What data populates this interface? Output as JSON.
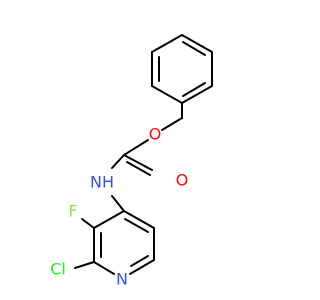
{
  "molecule": {
    "atoms": [
      {
        "id": "O_ester",
        "label": "O",
        "color": "#ff0d0d"
      },
      {
        "id": "O_carbonyl",
        "label": "O",
        "color": "#ff0d0d"
      },
      {
        "id": "N_amide",
        "label": "NH",
        "color": "#3050f8"
      },
      {
        "id": "F",
        "label": "F",
        "color": "#90e050"
      },
      {
        "id": "Cl",
        "label": "Cl",
        "color": "#1ff01f"
      },
      {
        "id": "N_ring",
        "label": "N",
        "color": "#3050f8"
      }
    ]
  }
}
